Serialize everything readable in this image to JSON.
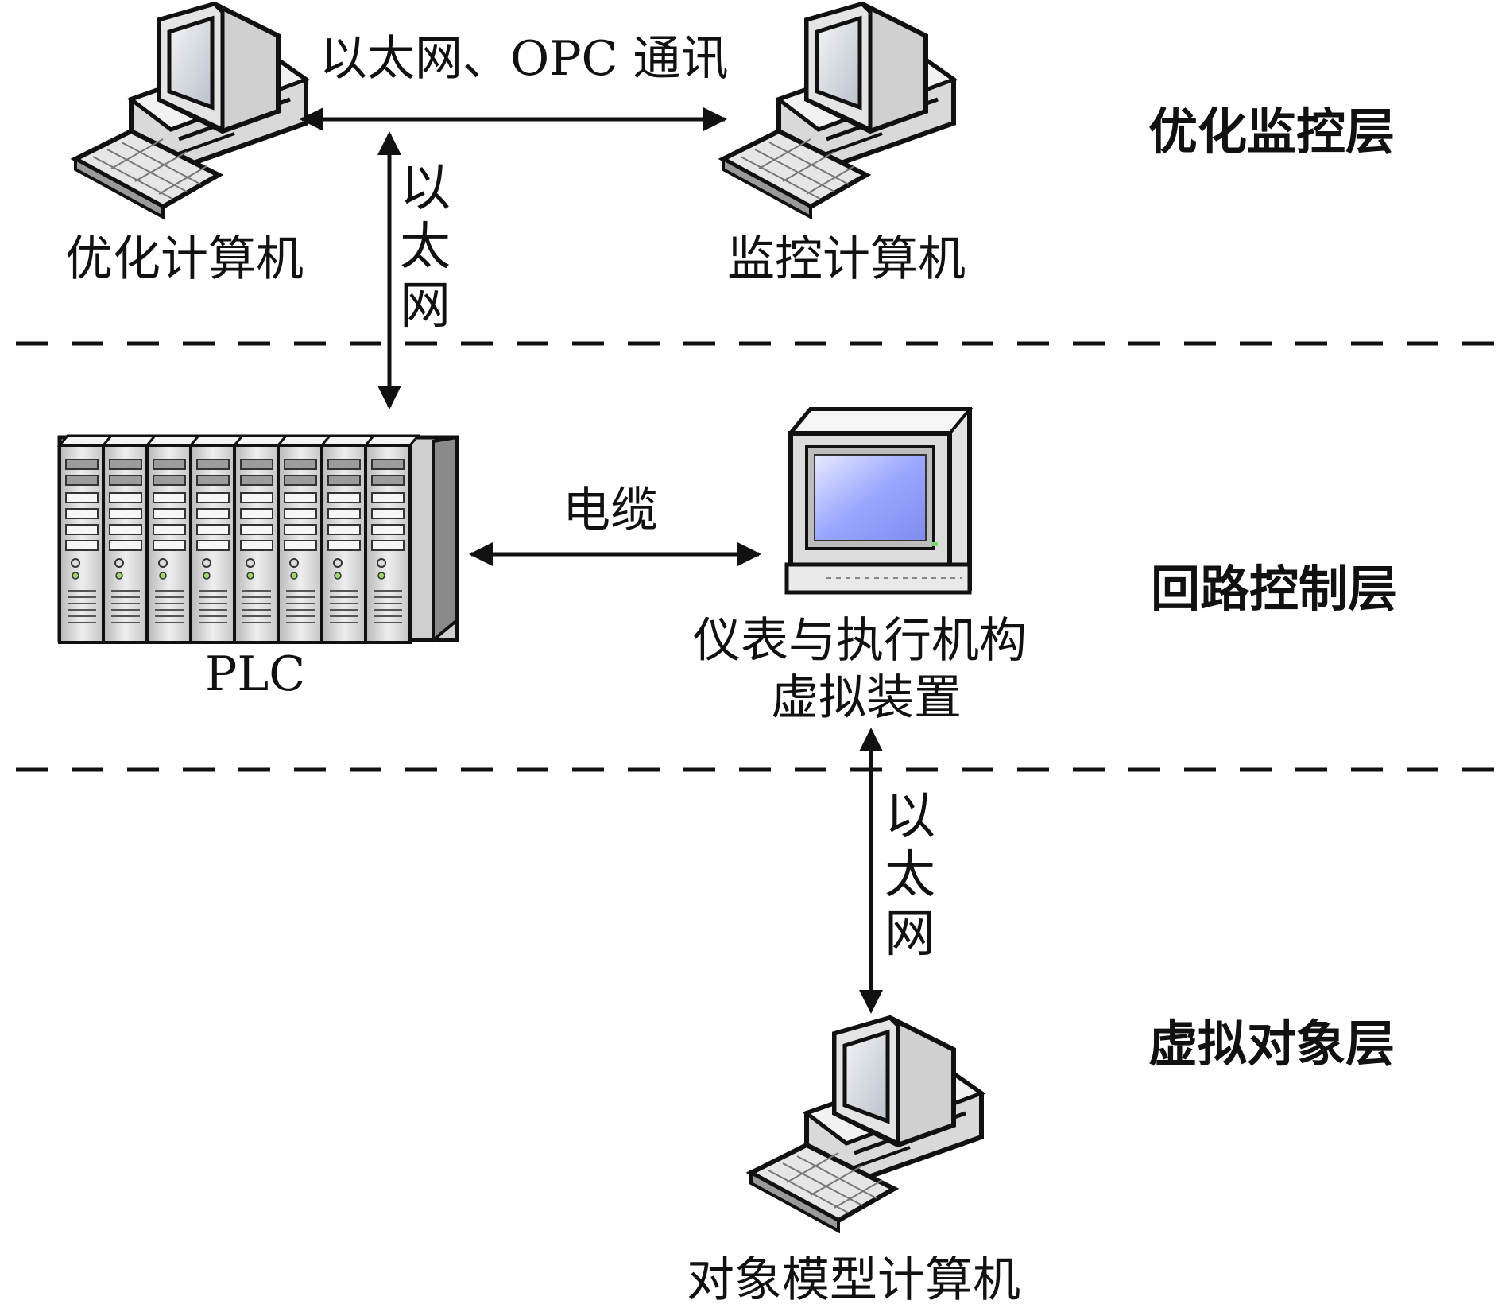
{
  "layers": {
    "top": "优化监控层",
    "middle": "回路控制层",
    "bottom": "虚拟对象层"
  },
  "devices": {
    "optimization_computer": "优化计算机",
    "monitoring_computer": "监控计算机",
    "plc": "PLC",
    "instrument_line1": "仪表与执行机构",
    "instrument_line2": "虚拟装置",
    "object_model_computer": "对象模型计算机"
  },
  "links": {
    "top_horizontal": "以太网、OPC 通讯",
    "left_vertical": "以太网",
    "middle_horizontal": "电缆",
    "right_vertical": "以太网"
  },
  "icons": [
    "desktop-computer-icon",
    "server-rack-icon",
    "monitor-icon"
  ],
  "colors": {
    "line": "#111111",
    "screen_blue": "#8f9cff",
    "case_gray": "#dcdcdc"
  }
}
